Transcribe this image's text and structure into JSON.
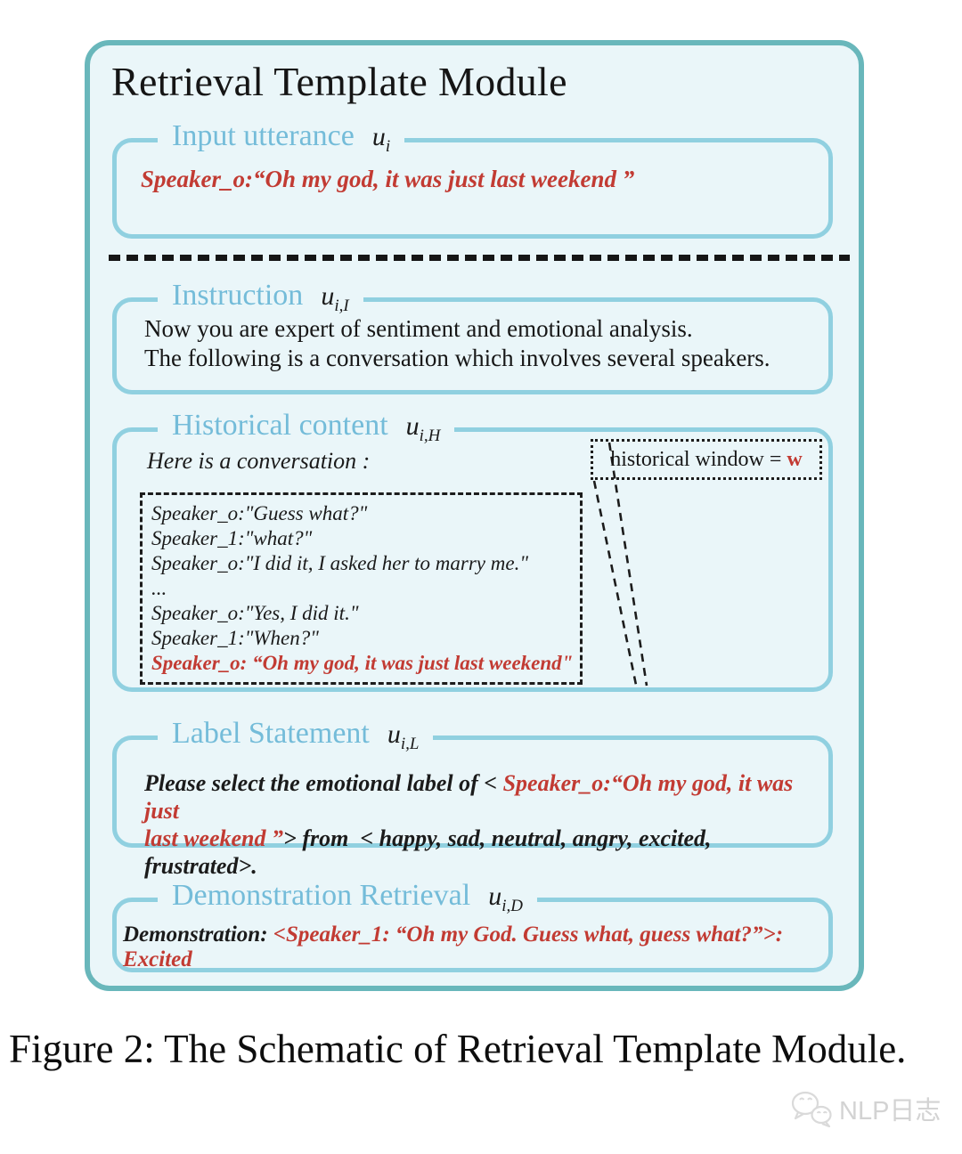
{
  "module": {
    "title": "Retrieval Template Module",
    "sections": {
      "input": {
        "title": "Input utterance",
        "math": "u",
        "sub": "i",
        "content": "Speaker_o:“Oh my god, it was just last weekend ”"
      },
      "instruction": {
        "title": "Instruction",
        "math": "u",
        "sub": "i,I",
        "line1": "Now you are expert of sentiment and emotional analysis.",
        "line2": "The following is a conversation which involves several speakers."
      },
      "historical": {
        "title": "Historical content",
        "math": "u",
        "sub": "i,H",
        "intro": "Here is a conversation :",
        "window_label": "historical window = ",
        "window_value": "w",
        "dialogue": [
          "Speaker_o:\"Guess what?\"",
          "Speaker_1:\"what?\"",
          "Speaker_o:\"I did it, I asked her to marry me.\"",
          "...",
          "Speaker_o:\"Yes, I did it.\"",
          "Speaker_1:\"When?\"",
          "Speaker_o: “Oh my god, it was just last weekend\""
        ]
      },
      "label_statement": {
        "title": "Label Statement",
        "math": "u",
        "sub": "i,L",
        "line1_black": "Please select the emotional label of < ",
        "line1_red": "Speaker_o:“Oh my god, it was just",
        "line2_red": "last weekend ”",
        "line2_black": "> from  < happy, sad, neutral, angry, excited, frustrated>."
      },
      "demonstration": {
        "title": "Demonstration Retrieval",
        "math": "u",
        "sub": "i,D",
        "label": "Demonstration: ",
        "content": "<Speaker_1: “Oh my God. Guess what, guess what?”>: Excited"
      }
    }
  },
  "caption": "Figure 2: The Schematic of Retrieval Template Module.",
  "watermark": {
    "name": "NLP日志"
  },
  "colors": {
    "outer_border": "#69b7bb",
    "panel_border": "#90d0e0",
    "panel_fill": "#eaf6f9",
    "header_blue": "#74bcd9",
    "highlight_red": "#c23b33"
  }
}
